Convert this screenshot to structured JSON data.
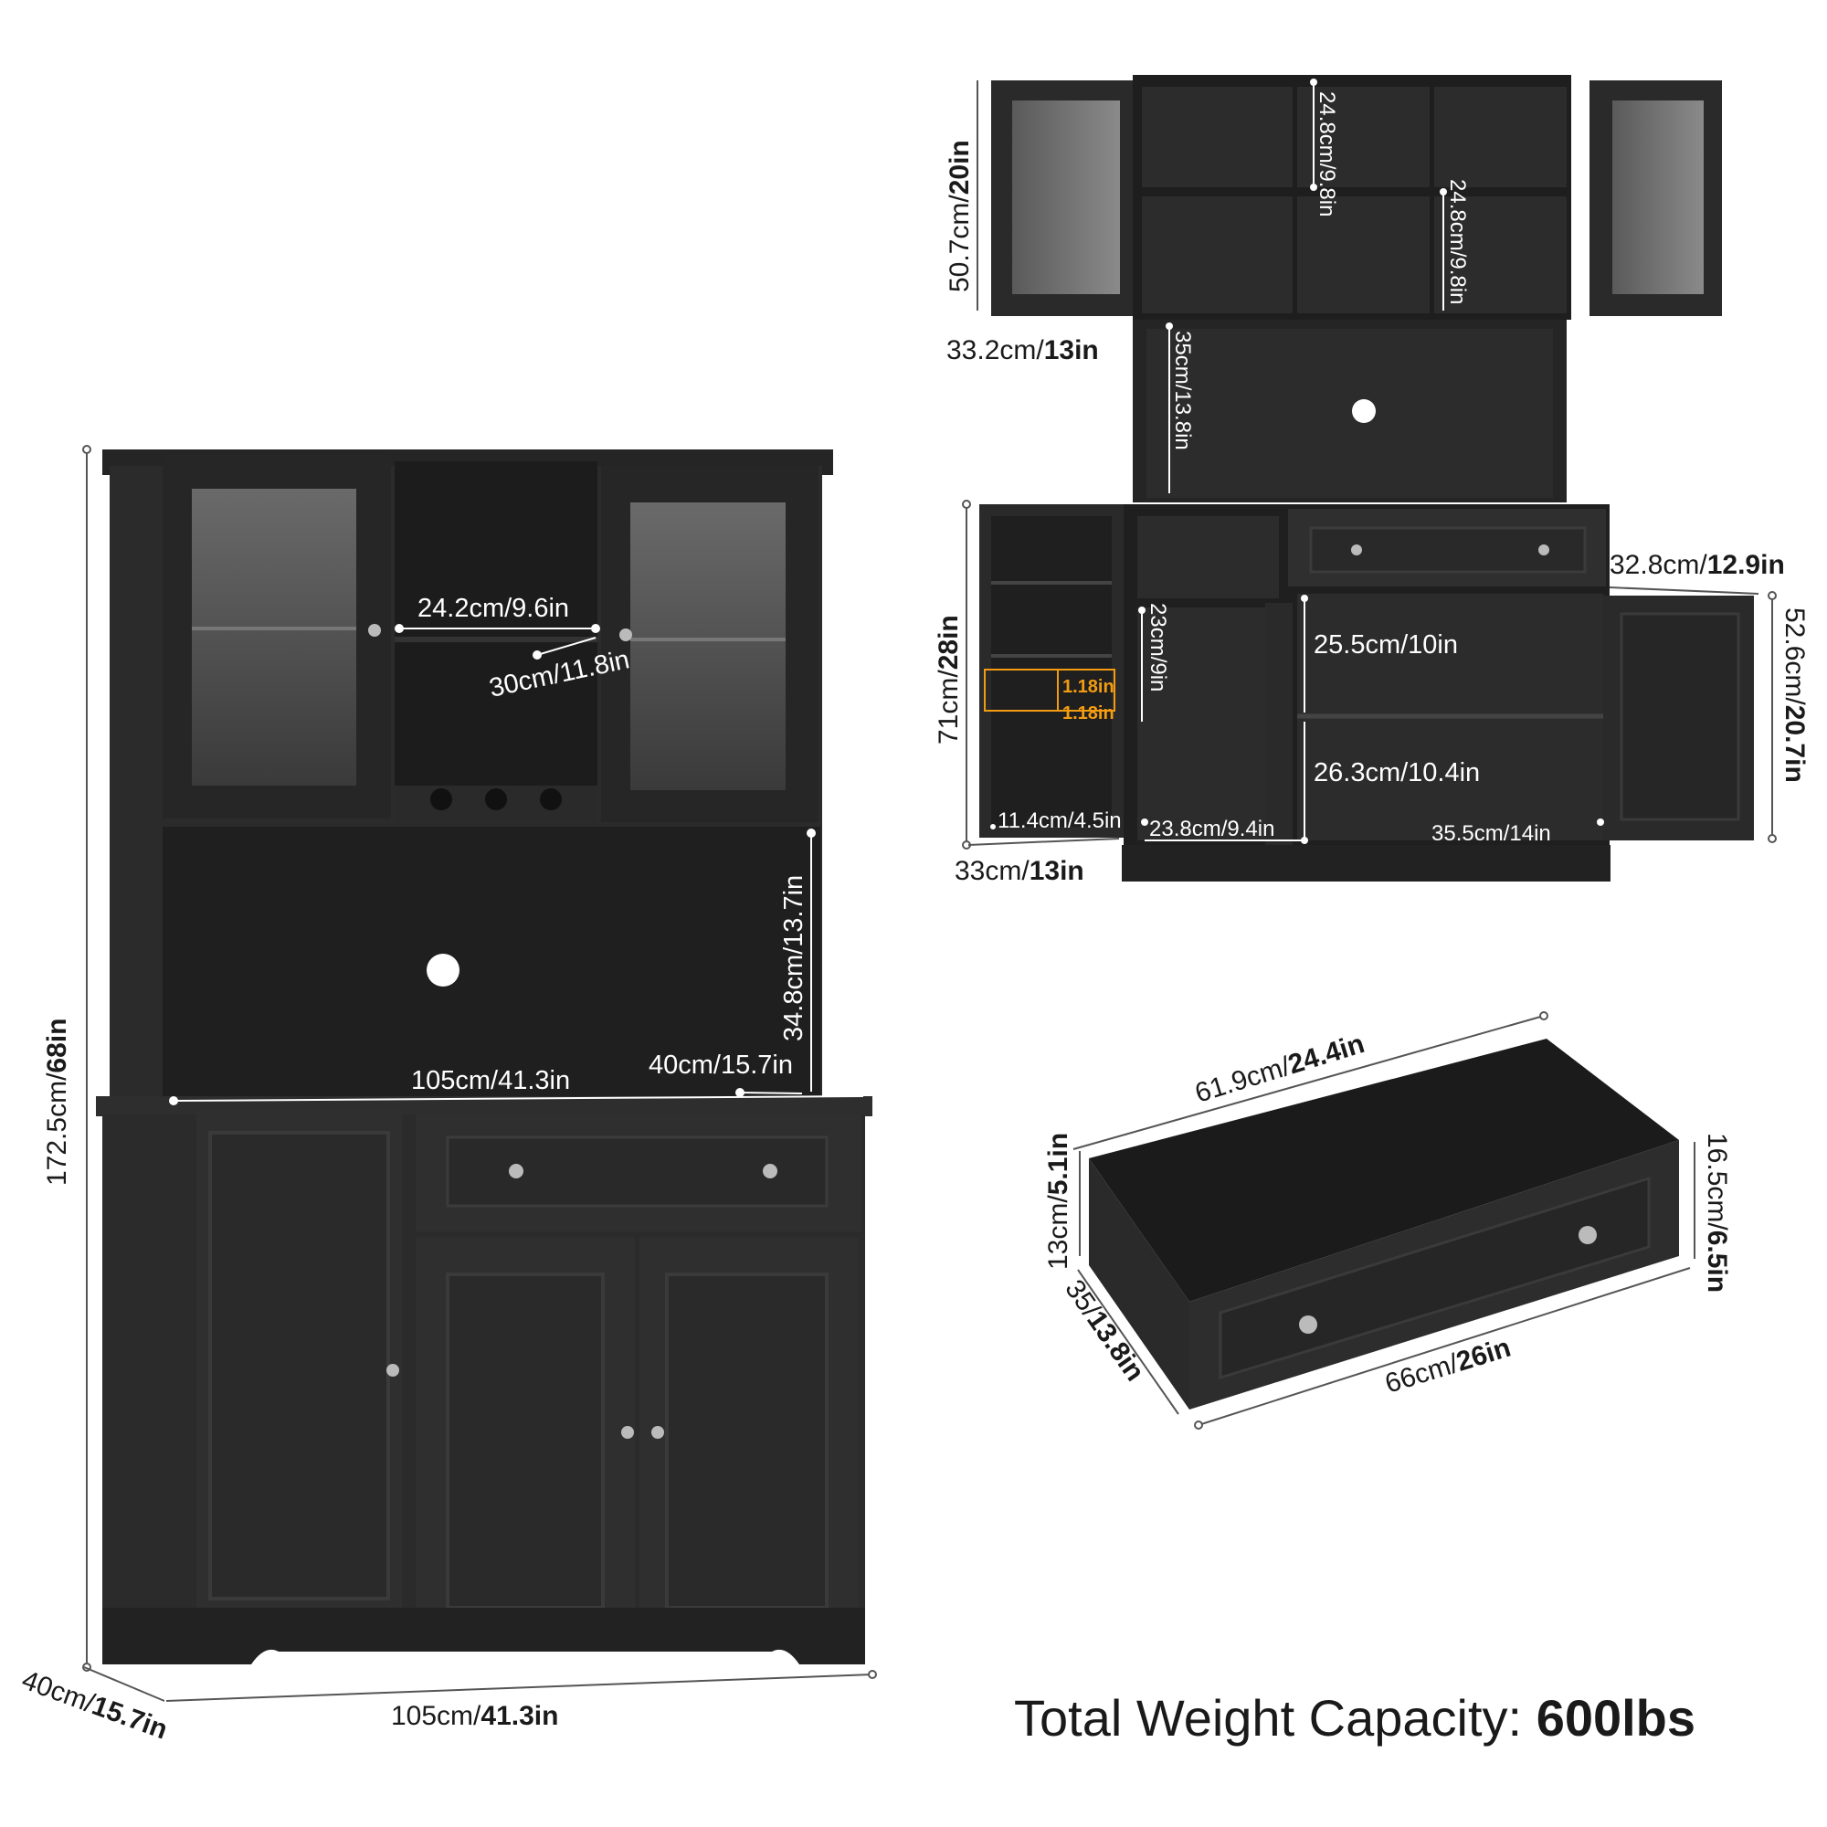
{
  "main_view": {
    "height_cm": "172.5cm/",
    "height_in": "68in",
    "depth_cm": "40cm/",
    "depth_in": "15.7in",
    "width_cm": "105cm/",
    "width_in": "41.3in",
    "niche_width": "24.2cm/9.6in",
    "niche_depth": "30cm/11.8in",
    "hutch_height": "34.8cm/13.7in",
    "counter_width": "105cm/41.3in",
    "counter_depth": "40cm/15.7in"
  },
  "top_view": {
    "height_cm": "50.7cm/",
    "height_in": "20in",
    "width_cm": "33.2cm/",
    "width_in": "13in",
    "cubby_height_1": "24.8cm/9.8in",
    "cubby_height_2": "24.8cm/9.8in",
    "hutch_open_height": "35cm/13.8in"
  },
  "base_view": {
    "height_cm": "71cm/",
    "height_in": "28in",
    "door_width_cm": "33cm/",
    "door_width_in": "13in",
    "right_depth_cm": "32.8cm/",
    "right_depth_in": "12.9in",
    "right_height_cm": "52.6cm/",
    "right_height_in": "20.7in",
    "inner_shelf_height": "23cm/9in",
    "shelf_upper": "25.5cm/10in",
    "shelf_lower": "26.3cm/10.4in",
    "rack_depth": "11.4cm/4.5in",
    "left_inner_width": "23.8cm/9.4in",
    "right_inner_width": "35.5cm/14in",
    "gap_1": "1.18in",
    "gap_2": "1.18in"
  },
  "drawer_view": {
    "inner_length_cm": "61.9cm/",
    "inner_length_in": "24.4in",
    "outer_length_cm": "66cm/",
    "outer_length_in": "26in",
    "inner_height_cm": "13cm/",
    "inner_height_in": "5.1in",
    "outer_height_cm": "16.5cm/",
    "outer_height_in": "6.5in",
    "depth_cm": "35/",
    "depth_in": "13.8in"
  },
  "capacity": {
    "label": "Total Weight Capacity: ",
    "value": "600lbs"
  },
  "colors": {
    "cabinet": "#2b2b2b",
    "cabinet_dark": "#1e1e1e",
    "accent": "#f39c12"
  }
}
